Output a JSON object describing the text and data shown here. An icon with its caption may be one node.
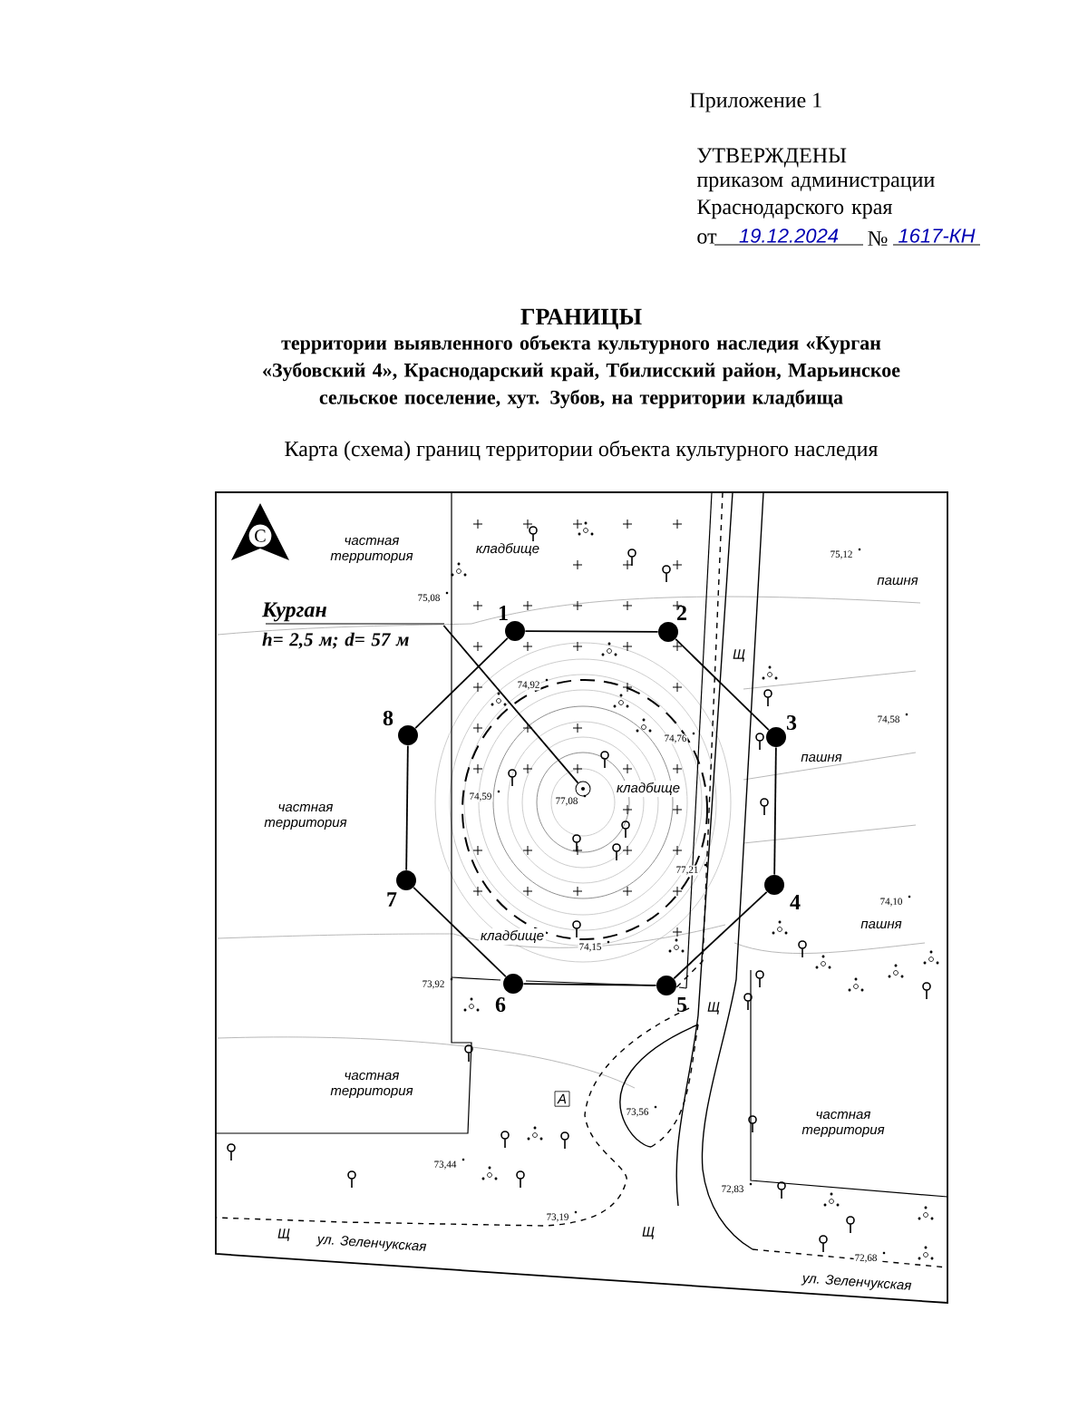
{
  "diagram": {
    "title": "ГРАНИЦЫ",
    "caption": "Карта (схема) границ территории объекта культурного наследия",
    "nodes": [
      {
        "text": [],
        "shape": "circle",
        "beside": [
          "1"
        ]
      },
      {
        "text": [],
        "shape": "circle",
        "beside": [
          "2"
        ]
      },
      {
        "text": [],
        "shape": "circle",
        "beside": [
          "3"
        ]
      },
      {
        "text": [],
        "shape": "circle",
        "beside": [
          "4"
        ]
      },
      {
        "text": [],
        "shape": "circle",
        "beside": [
          "5"
        ]
      },
      {
        "text": [],
        "shape": "circle",
        "beside": [
          "6"
        ]
      },
      {
        "text": [],
        "shape": "circle",
        "beside": [
          "7"
        ]
      },
      {
        "text": [],
        "shape": "circle",
        "beside": [
          "8"
        ]
      },
      {
        "text": [
          "Курган",
          "h= 2,5 м; d= 57 м"
        ]
      },
      {
        "text": [],
        "shape": "circle"
      }
    ],
    "edges": [
      {
        "from": 0,
        "to": 1,
        "arrow": "none"
      },
      {
        "from": 1,
        "to": 2,
        "arrow": "none"
      },
      {
        "from": 2,
        "to": 3,
        "arrow": "none"
      },
      {
        "from": 3,
        "to": 4,
        "arrow": "none"
      },
      {
        "from": 4,
        "to": 5,
        "arrow": "none"
      },
      {
        "from": 5,
        "to": 6,
        "arrow": "none"
      },
      {
        "from": 6,
        "to": 7,
        "arrow": "none"
      },
      {
        "from": 7,
        "to": 0,
        "arrow": "none"
      },
      {
        "from": 8,
        "to": 9,
        "arrow": "none"
      }
    ],
    "labels": [
      "Приложение 1",
      "УТВЕРЖДЕНЫ",
      "приказом администрации Краснодарского края",
      "от",
      "19.12.2024",
      "№",
      "1617-КН",
      "территории выявленного объекта культурного наследия «Курган «Зубовский 4», Краснодарский край, Тбилисский район, Марьинское сельское поселение, хут. Зубов, на территории кладбища",
      "С",
      "частная территория",
      "кладбище",
      "75,12",
      "пашня",
      "75,08",
      "74,92",
      "Щ",
      "74,58",
      "74,76",
      "пашня",
      "74,59",
      "77,08",
      "кладбище",
      "частная территория",
      "77,21",
      "74,10",
      "пашня",
      "кладбище",
      "74,15",
      "73,92",
      "Щ",
      "частная территория",
      "A",
      "73,56",
      "частная территория",
      "73,44",
      "72,83",
      "73,19",
      "Щ",
      "ул. Зеленчукская",
      "Щ",
      "72,68",
      "ул. Зеленчукская"
    ]
  }
}
